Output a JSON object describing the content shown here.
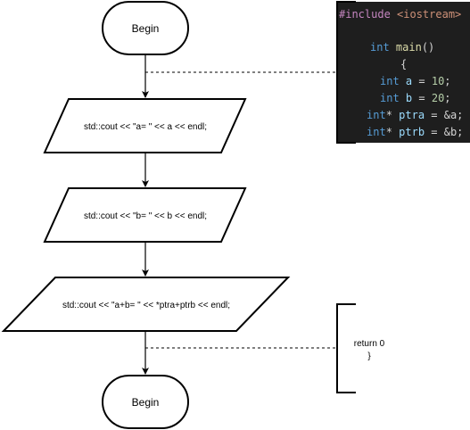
{
  "nodes": {
    "start": "Begin",
    "output1": "std::cout << \"a= \" << a << endl;",
    "output2": "std::cout << \"b= \" << b << endl;",
    "output3": "std::cout << \"a+b= \" << *ptra+ptrb << endl;",
    "end": "Begin"
  },
  "annotation_top": {
    "include": "#include",
    "header": "<iostream>",
    "int1": "int",
    "main": "main",
    "parens": "()",
    "brace": "{",
    "line_a_type": "int",
    "line_a_name": "a",
    "line_a_eq": " = ",
    "line_a_val": "10",
    "line_a_end": ";",
    "line_b_type": "int",
    "line_b_name": "b",
    "line_b_eq": " = ",
    "line_b_val": "20",
    "line_b_end": ";",
    "line_pa_type": "int",
    "line_pa_star": "*",
    "line_pa_name": "ptra",
    "line_pa_rest": " = &a;",
    "line_pb_type": "int",
    "line_pb_star": "*",
    "line_pb_name": "ptrb",
    "line_pb_rest": " = &b;"
  },
  "annotation_bottom": {
    "line1": "return 0",
    "line2": "}"
  },
  "colors": {
    "code_background": "#1e1e1e",
    "stroke": "#000000",
    "fill": "#ffffff"
  }
}
